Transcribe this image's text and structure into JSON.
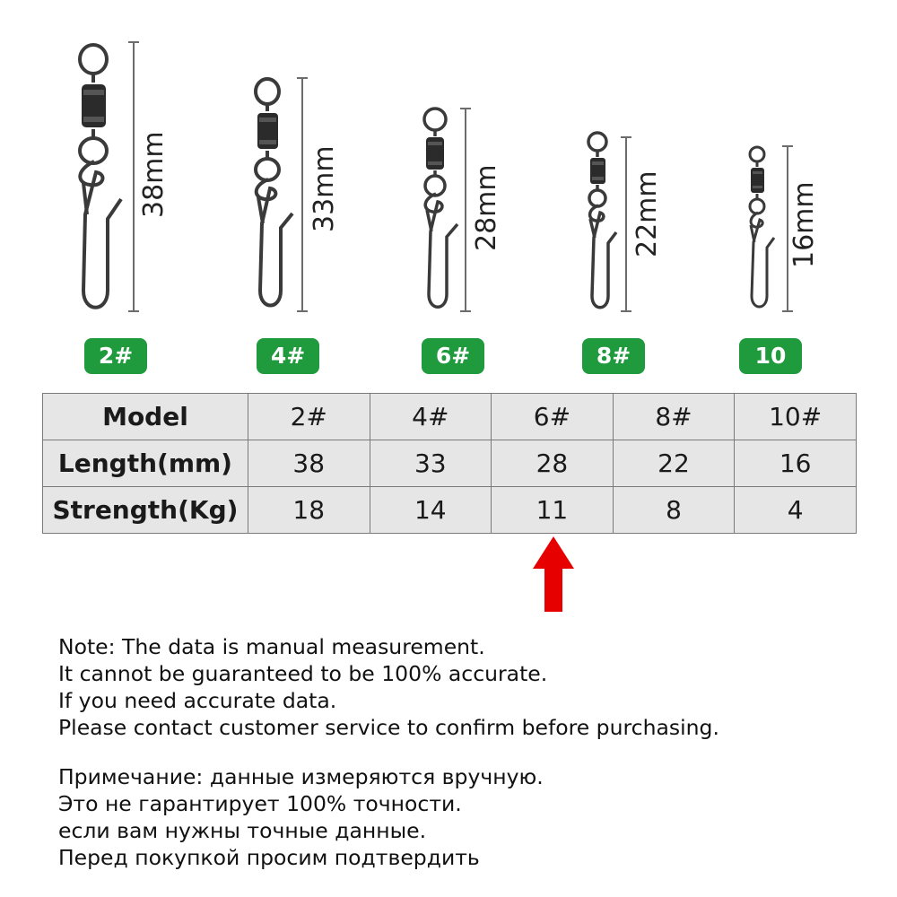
{
  "products": [
    {
      "badge": "2#",
      "length_label": "38mm"
    },
    {
      "badge": "4#",
      "length_label": "33mm"
    },
    {
      "badge": "6#",
      "length_label": "28mm"
    },
    {
      "badge": "8#",
      "length_label": "22mm"
    },
    {
      "badge": "10",
      "length_label": "16mm"
    }
  ],
  "colors": {
    "badge_green": "#1f9a3d",
    "arrow_red": "#e60000",
    "table_bg": "#e6e6e6"
  },
  "table": {
    "rows": [
      {
        "header": "Model",
        "values": [
          "2#",
          "4#",
          "6#",
          "8#",
          "10#"
        ]
      },
      {
        "header": "Length(mm)",
        "values": [
          "38",
          "33",
          "28",
          "22",
          "16"
        ]
      },
      {
        "header": "Strength(Kg)",
        "values": [
          "18",
          "14",
          "11",
          "8",
          "4"
        ]
      }
    ]
  },
  "arrow_icon": "red-up-arrow-icon",
  "notes_en": [
    "Note: The data is manual measurement.",
    "It cannot be guaranteed to be 100% accurate.",
    "If you need accurate data.",
    "Please contact customer service to confirm before purchasing."
  ],
  "notes_ru": [
    "Примечание: данные измеряются вручную.",
    "Это не гарантирует 100% точности.",
    "если вам нужны точные данные.",
    "Перед покупкой просим подтвердить"
  ]
}
